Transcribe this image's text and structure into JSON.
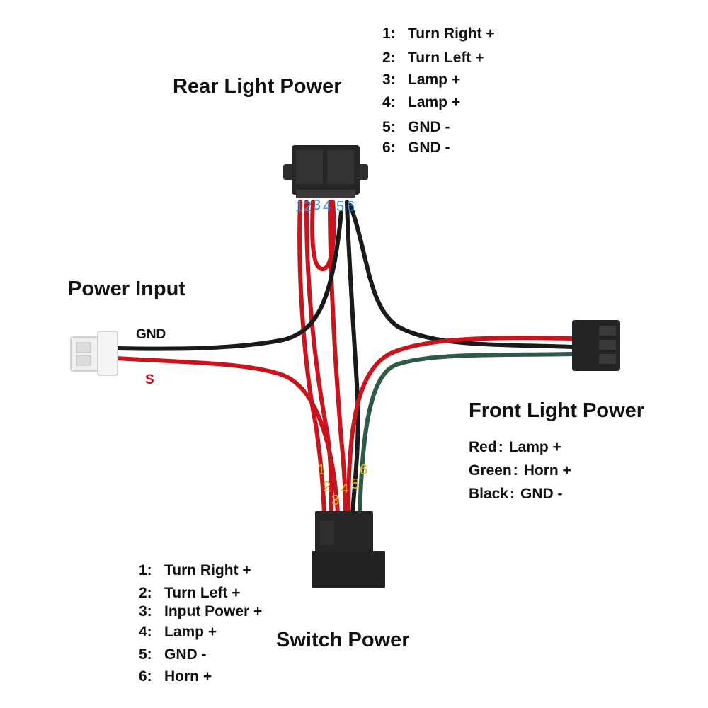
{
  "rear": {
    "title": "Rear Light Power",
    "pins": [
      {
        "num": "1:",
        "label": "Turn Right +"
      },
      {
        "num": "2:",
        "label": "Turn Left +"
      },
      {
        "num": "3:",
        "label": "Lamp +"
      },
      {
        "num": "4:",
        "label": "Lamp +"
      },
      {
        "num": "5:",
        "label": "GND -"
      },
      {
        "num": "6:",
        "label": "GND -"
      }
    ],
    "pin_markers": [
      "1",
      "2",
      "3",
      "4",
      "5",
      "6"
    ]
  },
  "power_input": {
    "title": "Power Input",
    "gnd_label": "GND",
    "s_label": "S"
  },
  "front": {
    "title": "Front Light Power",
    "legend": [
      {
        "color_name": "Red",
        "sep": ":",
        "meaning": "Lamp +"
      },
      {
        "color_name": "Green",
        "sep": ":",
        "meaning": "Horn +"
      },
      {
        "color_name": "Black",
        "sep": ":",
        "meaning": "GND -"
      }
    ]
  },
  "switch": {
    "title": "Switch Power",
    "pins": [
      {
        "num": "1:",
        "label": "Turn Right +"
      },
      {
        "num": "2:",
        "label": "Turn Left +"
      },
      {
        "num": "3:",
        "label": "Input Power +"
      },
      {
        "num": "4:",
        "label": "Lamp +"
      },
      {
        "num": "5:",
        "label": "GND -"
      },
      {
        "num": "6:",
        "label": "Horn +"
      }
    ],
    "pin_markers": [
      "1",
      "2",
      "3",
      "4",
      "5",
      "6"
    ]
  },
  "colors": {
    "red_wire": "#c8141c",
    "black_wire": "#1a1a1a",
    "green_wire": "#2f5a45",
    "blue_marker": "#3a8fe0",
    "yellow_marker": "#e8b820",
    "s_label": "#c01010",
    "connector": "#2a2a2a",
    "white_connector": "#f2f2f2"
  }
}
